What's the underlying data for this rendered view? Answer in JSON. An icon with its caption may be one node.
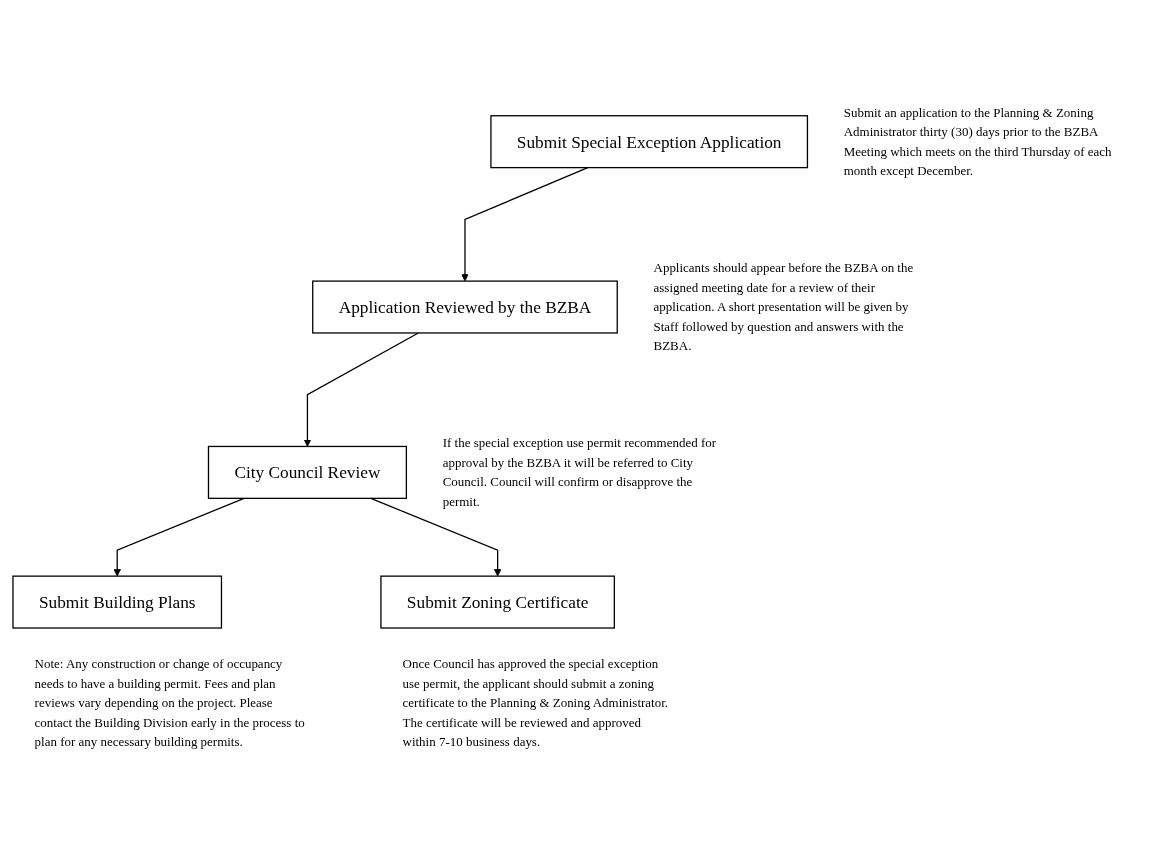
{
  "diagram": {
    "nodes": [
      {
        "text": [
          "Submit Special Exception Application"
        ],
        "beside": [
          "Submit an application to the Planning & Zoning Administrator thirty (30) days prior to the BZBA Meeting which meets on the third Thursday of each month except December."
        ]
      },
      {
        "text": [
          "Application Reviewed by the BZBA"
        ],
        "beside": [
          "Applicants should appear before the BZBA on the assigned meeting date for a review of their application. A short presentation will be given by Staff followed by question and answers with the BZBA."
        ]
      },
      {
        "text": [
          "City Council Review"
        ],
        "beside": [
          "If the special exception use permit recommended for approval by the BZBA it will be referred to City Council. Council will confirm or disapprove the permit."
        ]
      },
      {
        "text": [
          "Submit Building Plans"
        ],
        "beside": [
          "Note: Any construction or change of occupancy needs to have a building permit. Fees and plan reviews vary depending on the project. Please contact the Building Division early in the process to plan for any necessary building permits."
        ]
      },
      {
        "text": [
          "Submit Zoning Certificate"
        ],
        "beside": [
          "Once Council has approved the special exception use permit, the applicant should submit a zoning certificate to the Planning & Zoning Administrator. The certificate will be reviewed and approved within 7-10 business days."
        ]
      }
    ],
    "edges": [
      {
        "from": 0,
        "to": 1,
        "arrow": "to"
      },
      {
        "from": 1,
        "to": 2,
        "arrow": "to"
      },
      {
        "from": 2,
        "to": 3,
        "arrow": "to"
      },
      {
        "from": 2,
        "to": 4,
        "arrow": "to"
      }
    ]
  }
}
